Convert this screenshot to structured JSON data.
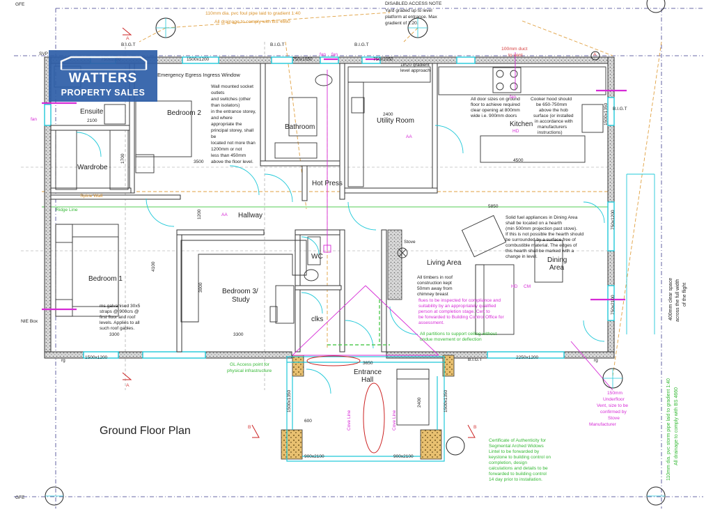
{
  "plan": {
    "title": "Ground Floor Plan",
    "rooms": {
      "ensuite": "Ensuite",
      "bedroom2": "Bedroom 2",
      "bathroom": "Bathroom",
      "utility": "Utility Room",
      "kitchen": "Kitchen",
      "wardrobe": "Wardrobe",
      "hot_press": "Hot Press",
      "hallway": "Hallway",
      "bedroom1": "Bedroom 1",
      "bedroom3_l1": "Bedroom 3/",
      "bedroom3_l2": "Study",
      "wc": "WC",
      "clks": "clks",
      "living": "Living Area",
      "dining_l1": "Dining",
      "dining_l2": "Area",
      "entrance_l1": "Entrance",
      "entrance_l2": "Hall",
      "stove": "Stove"
    },
    "notes": {
      "drain1": "110mm dia. pvc foul pipe laid to gradient 1:40",
      "drain2": "All drainage to comply with BS 4660",
      "access1": "DISABLED ACCESS NOTE",
      "access2": "Yard graded up to level",
      "access3": "platform at entrance. Max",
      "access4": "gradient of 1:20.",
      "egress": "Emergency Egress Ingress Window",
      "socket": [
        "Wall mounted socket",
        "outlets",
        "and switches (other",
        "than isolators)",
        "in the entrance storey,",
        "and where",
        "appropriate the",
        "principal storey, shall",
        "be",
        "located not more than",
        "1200mm or not",
        "less than 450mm",
        "above the floor level."
      ],
      "doors": [
        "All door sizes on ground",
        "floor to achieve required",
        "clear opening at 800mm",
        "wide i.e. 900mm doors"
      ],
      "hood": [
        "Cooker hood should",
        "be 650-750mm",
        "above the hob",
        "surface (or installed",
        "in accordance with",
        "manufacturers",
        "instructions)"
      ],
      "duct1": "100mm duct",
      "duct2": "to vent",
      "gradient": "1in20 gradient",
      "gradient2": "level approach",
      "solid_fuel": [
        "Solid fuel appliances in Dining Area",
        "shall be located on a hearth",
        "(min 500mm projection past stove).",
        "If this is not possible the hearth should",
        "be surrounded by a surface free of",
        "combustible material.  The edges of",
        "this hearth shall be marked with a",
        "change in level."
      ],
      "timbers": [
        "All timbers in roof",
        "construction kept",
        "50mm away from",
        "chimney breast"
      ],
      "flues": [
        "flues to be inspected for compliance and",
        "suitability by an appropriately qualified",
        "person at completion stage. Cert to",
        "be forwarded to Building Control Office for",
        "assessment."
      ],
      "partitions": [
        "All partitions to support ceiling without",
        "undue movement or deflection"
      ],
      "straps": [
        "ms galvanised 30x5",
        "straps @ 900crs @",
        "first floor and roof",
        "levels. Applies to all",
        "such roof gables."
      ],
      "gl_access1": "GL Access point for",
      "gl_access2": "physical infrastructure",
      "underfloor": [
        "150mm",
        "Underfloor",
        "Vent, size to be",
        "confirmed by",
        "Stove",
        "Manufacturer"
      ],
      "certificate": [
        "Certificate of Authenticity for",
        "Segmental Arched Widows",
        "Lintel to be forwarded by",
        "keystone to building control on",
        "completion, design",
        "calculations and details to be",
        "forwarded to building control",
        "14 day prior to installation."
      ],
      "clear_space": [
        "400mm clear space",
        "across the full width",
        "of the flight"
      ],
      "storm1": "110mm dia. pvc storm pipe laid to gradient 1:40",
      "storm2": "All drainage to comply with BS 4660",
      "spine": "Spine Wall",
      "ridge": "Ridge Line",
      "nie": "NIE Box",
      "cove1": "Cove Line",
      "cove2": "Cove Line"
    },
    "dims": {
      "d1500x1200a": "1500x1200",
      "d750x1050a": "750x1050",
      "d750x1050b": "750x1050",
      "d750x1050c": "750x1050",
      "d2100a": "2100",
      "d3500": "3500",
      "d2400": "2400",
      "d4500": "4500",
      "d5850": "5850",
      "d3300a": "3300",
      "d3300b": "3300",
      "d4100": "4100",
      "d3000": "3000",
      "d1500x1200b": "1500x1200",
      "d2250x1200": "2250x1200",
      "d1500x1350a": "1500x1350",
      "d1500x1350b": "1500x1350",
      "d900x2100a": "900x2100",
      "d900x2100b": "900x2100",
      "d3650": "3650",
      "d1700": "1700",
      "d1500x1350c": "1500x1350",
      "d750x1200": "750x1200",
      "d750x2100": "750x2100",
      "d600": "600",
      "d1200": "1200",
      "d2400b": "2400"
    },
    "tags": {
      "bigt1": "B.I.G.T",
      "bigt2": "B.I.G.T",
      "bigt3": "B.I.G.T",
      "bigt4": "B.I.G.T",
      "bigt5": "B.I.G.T",
      "fan1": "fan",
      "fan2": "fan",
      "fan3": "fan",
      "fan4": "fan",
      "aa1": "AA",
      "aa2": "AA",
      "hd1": "HD",
      "hd2": "HD",
      "cm": "CM",
      "rg1": "rg",
      "rg2": "rg",
      "sec_a1": "A",
      "sec_a2": "A",
      "sec_b1": "B",
      "sec_b2": "B",
      "gfe1": "GFE",
      "gfe2": "GFE",
      "svp": "SVP",
      "sec_a3": "A"
    }
  },
  "logo": {
    "line1": "WATTERS",
    "line2": "PROPERTY SALES"
  },
  "colors": {
    "wall": "#555555",
    "cyan": "#1fc8d8",
    "magenta": "#d62ad6",
    "orange": "#e0a040",
    "green": "#55cc55",
    "red": "#cc2222",
    "logo_bg": "#2f5fa8"
  }
}
